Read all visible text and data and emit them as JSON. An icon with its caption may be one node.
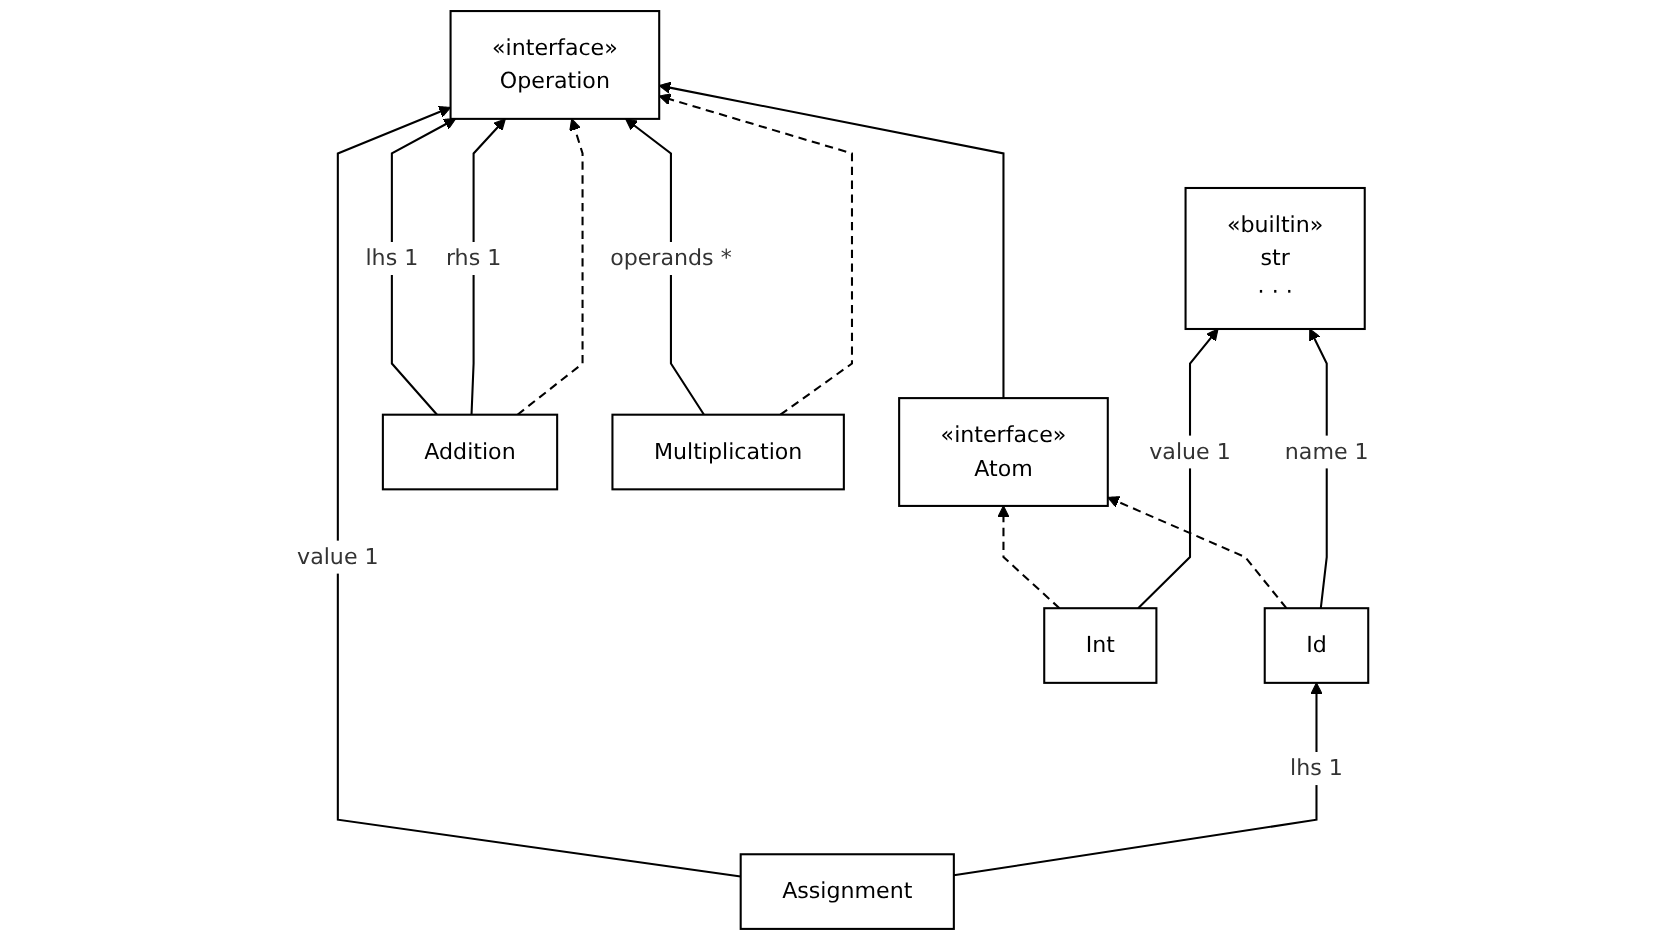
{
  "diagram": {
    "nodes": [
      {
        "text": [
          "«interface»",
          "Atom"
        ]
      },
      {
        "text": [
          "«interface»",
          "Operation"
        ]
      },
      {
        "text": [
          "Assignment"
        ]
      },
      {
        "text": [
          "Id"
        ]
      },
      {
        "text": [
          "Int"
        ]
      },
      {
        "text": [
          "Addition"
        ]
      },
      {
        "text": [
          "Multiplication"
        ]
      },
      {
        "text": [
          "«builtin»",
          "str",
          "· · ·"
        ]
      }
    ],
    "edges": [
      {
        "from": 0,
        "to": 1,
        "arrow": "to"
      },
      {
        "from": 2,
        "to": 1,
        "arrow": "to",
        "label": "value 1"
      },
      {
        "from": 6,
        "to": 1,
        "arrow": "to",
        "label": "operands *"
      },
      {
        "from": 5,
        "to": 1,
        "arrow": "to",
        "label": "lhs 1"
      },
      {
        "from": 5,
        "to": 1,
        "arrow": "to",
        "label": "rhs 1"
      },
      {
        "from": 2,
        "to": 3,
        "arrow": "to",
        "label": "lhs 1"
      },
      {
        "from": 3,
        "to": 0,
        "arrow": "to",
        "style": "dashed"
      },
      {
        "from": 4,
        "to": 0,
        "arrow": "to",
        "style": "dashed"
      },
      {
        "from": 5,
        "to": 1,
        "arrow": "to",
        "style": "dashed"
      },
      {
        "from": 6,
        "to": 1,
        "arrow": "to",
        "style": "dashed"
      },
      {
        "from": 3,
        "to": 7,
        "arrow": "to",
        "label": "name 1"
      },
      {
        "from": 4,
        "to": 7,
        "arrow": "to",
        "label": "value 1"
      }
    ]
  }
}
